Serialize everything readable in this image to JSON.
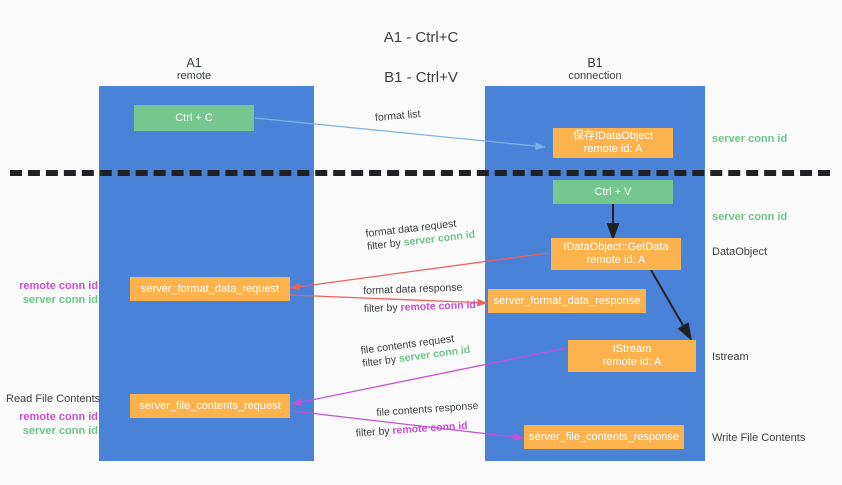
{
  "title": {
    "line1": "A1 - Ctrl+C",
    "line2": "B1 - Ctrl+V"
  },
  "columns": [
    {
      "name": "A1",
      "sub": "remote"
    },
    {
      "name": "B1",
      "sub": "connection"
    }
  ],
  "colors": {
    "panel_blue": "#4a82d8",
    "box_green": "#76c68f",
    "box_orange": "#fcb24d",
    "server_conn_green": "#6cc48b",
    "remote_conn_purple": "#c451d4",
    "arrow_lightblue": "#5a9bd5",
    "arrow_red": "#e8635f",
    "arrow_magenta": "#c451d4",
    "arrow_black": "#202124",
    "background": "#fafafa"
  },
  "boxes": {
    "ctrl_c": {
      "line1": "Ctrl + C",
      "line2": ""
    },
    "ctrl_v": {
      "line1": "Ctrl + V",
      "line2": ""
    },
    "save_idataobject": {
      "line1": "保存IDataObject",
      "line2": "remote id: A"
    },
    "getdata": {
      "line1": "IDataObject::GetData",
      "line2": "remote id: A"
    },
    "istream": {
      "line1": "IStream",
      "line2": "remote id: A"
    },
    "format_data_request": {
      "line1": "server_format_data_request",
      "line2": ""
    },
    "format_data_response": {
      "line1": "server_format_data_response",
      "line2": ""
    },
    "file_contents_request": {
      "line1": "server_file_contents_request",
      "line2": ""
    },
    "file_contents_response": {
      "line1": "server_file_contents_response",
      "line2": ""
    }
  },
  "edges": {
    "format_list": {
      "label": "format list"
    },
    "format_data_request": {
      "label": "format data request",
      "filter_prefix": "filter by ",
      "filter_value": "server conn id"
    },
    "format_data_response": {
      "label": "format data response",
      "filter_prefix": "filter by ",
      "filter_value": "remote conn id"
    },
    "file_contents_request": {
      "label": "file contents request",
      "filter_prefix": "filter by ",
      "filter_value": "server conn id"
    },
    "file_contents_response": {
      "label": "file contents response",
      "filter_prefix": "filter by ",
      "filter_value": "remote conn id"
    }
  },
  "left_notes": {
    "format_remote": "remote conn id",
    "format_server": "server conn id",
    "read_file_contents": "Read File Contents",
    "file_remote": "remote conn id",
    "file_server": "server conn id"
  },
  "right_notes": {
    "server_conn_id_top": "server conn id",
    "server_conn_id_mid": "server conn id",
    "dataobject": "DataObject",
    "istream": "Istream",
    "write_file_contents": "Write File Contents"
  }
}
